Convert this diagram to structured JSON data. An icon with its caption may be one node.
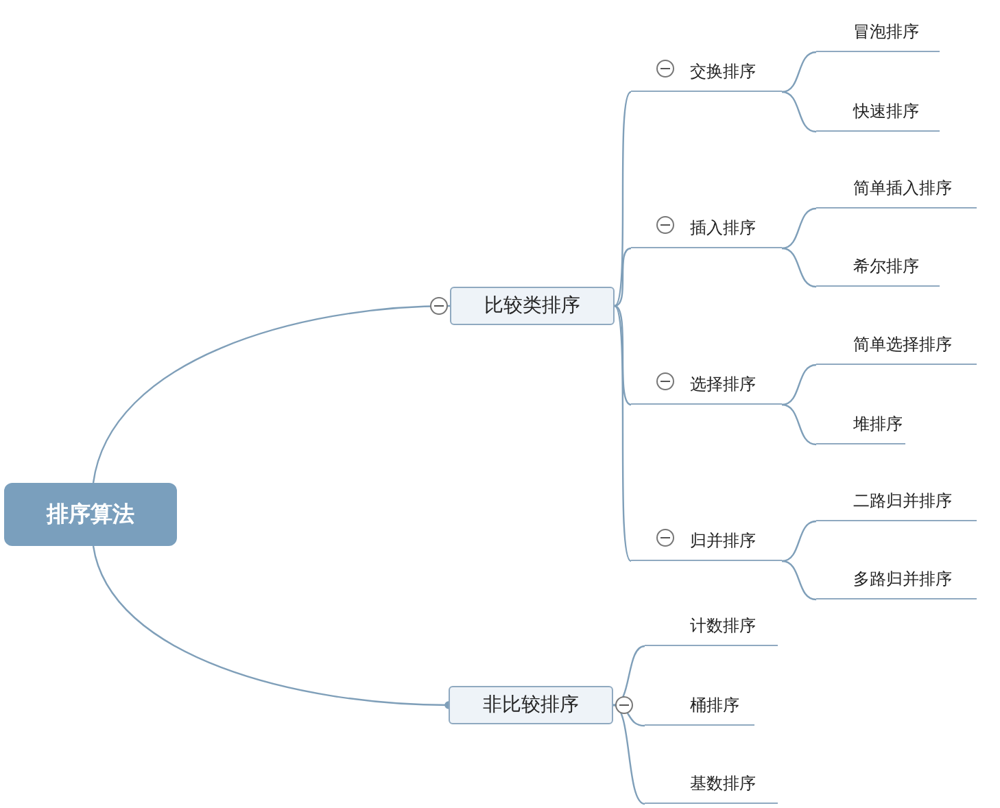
{
  "diagram": {
    "nodes": [
      {
        "text": [
          "排序算法"
        ]
      },
      {
        "text": [
          "比较类排序"
        ]
      },
      {
        "text": [
          "交换排序"
        ]
      },
      {
        "text": [
          "冒泡排序"
        ]
      },
      {
        "text": [
          "快速排序"
        ]
      },
      {
        "text": [
          "插入排序"
        ]
      },
      {
        "text": [
          "简单插入排序"
        ]
      },
      {
        "text": [
          "希尔排序"
        ]
      },
      {
        "text": [
          "选择排序"
        ]
      },
      {
        "text": [
          "简单选择排序"
        ]
      },
      {
        "text": [
          "堆排序"
        ]
      },
      {
        "text": [
          "归并排序"
        ]
      },
      {
        "text": [
          "二路归并排序"
        ]
      },
      {
        "text": [
          "多路归并排序"
        ]
      },
      {
        "text": [
          "非比较排序"
        ]
      },
      {
        "text": [
          "计数排序"
        ]
      },
      {
        "text": [
          "桶排序"
        ]
      },
      {
        "text": [
          "基数排序"
        ]
      }
    ],
    "edges": [
      {
        "from": 0,
        "to": 1,
        "arrow": "none"
      },
      {
        "from": 0,
        "to": 14,
        "arrow": "other"
      },
      {
        "from": 1,
        "to": 2,
        "arrow": "none"
      },
      {
        "from": 2,
        "to": 3,
        "arrow": "none"
      },
      {
        "from": 2,
        "to": 4,
        "arrow": "none"
      },
      {
        "from": 1,
        "to": 5,
        "arrow": "none"
      },
      {
        "from": 5,
        "to": 6,
        "arrow": "none"
      },
      {
        "from": 5,
        "to": 7,
        "arrow": "none"
      },
      {
        "from": 1,
        "to": 8,
        "arrow": "none"
      },
      {
        "from": 8,
        "to": 9,
        "arrow": "none"
      },
      {
        "from": 8,
        "to": 10,
        "arrow": "none"
      },
      {
        "from": 1,
        "to": 11,
        "arrow": "none"
      },
      {
        "from": 11,
        "to": 12,
        "arrow": "none"
      },
      {
        "from": 11,
        "to": 13,
        "arrow": "none"
      },
      {
        "from": 14,
        "to": 15,
        "arrow": "none"
      },
      {
        "from": 14,
        "to": 16,
        "arrow": "none"
      },
      {
        "from": 14,
        "to": 17,
        "arrow": "none"
      }
    ]
  }
}
